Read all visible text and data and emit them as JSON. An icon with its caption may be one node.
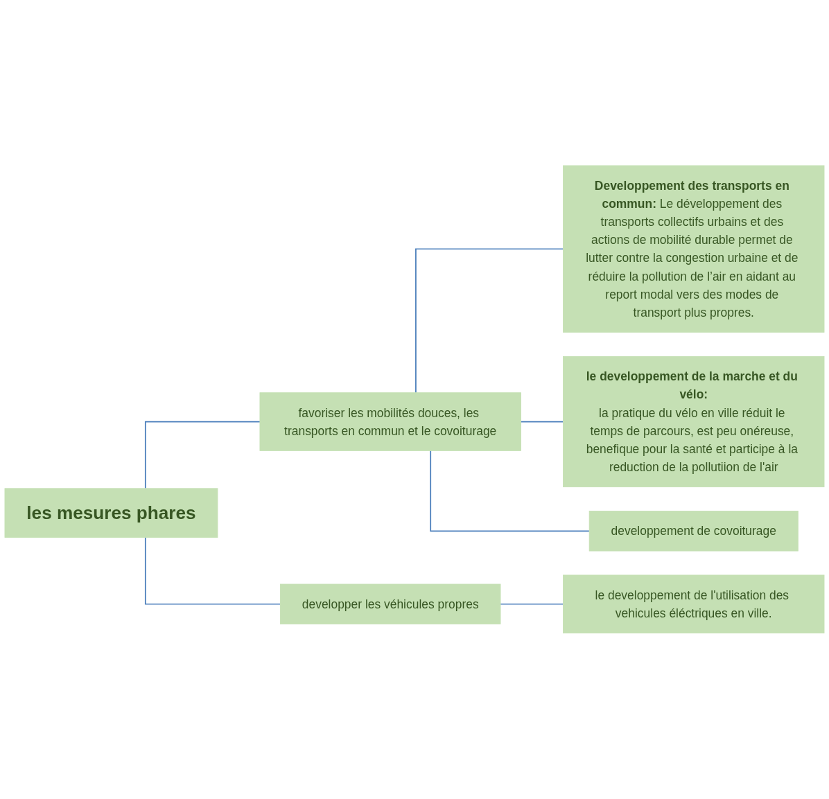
{
  "diagram": {
    "nodes": [
      {
        "text": [
          "les mesures phares"
        ]
      },
      {
        "text": [
          "favoriser les mobilités douces, les transports en commun et le covoiturage"
        ]
      },
      {
        "text": [
          "developper les véhicules propres"
        ]
      },
      {
        "text": [
          "**Developpement des transports en commun:** Le développement des transports collectifs urbains et des actions de mobilité durable permet de lutter contre la congestion urbaine et de réduire la pollution de l’air en aidant au report modal vers des modes de transport plus propres."
        ]
      },
      {
        "text": [
          "le developpement de la marche et du vélo:",
          "la pratique du vélo en ville réduit le temps de parcours, est peu onéreuse, benefique pour la santé et participe à la reduction de la pollutiion de l'air"
        ]
      },
      {
        "text": [
          "developpement de covoiturage"
        ]
      },
      {
        "text": [
          "le developpement de l'utilisation des vehicules éléctriques en ville."
        ]
      }
    ],
    "edges": [
      {
        "from": 0,
        "to": 1,
        "arrow": "none"
      },
      {
        "from": 0,
        "to": 2,
        "arrow": "none"
      },
      {
        "from": 1,
        "to": 3,
        "arrow": "none"
      },
      {
        "from": 1,
        "to": 4,
        "arrow": "none"
      },
      {
        "from": 1,
        "to": 5,
        "arrow": "none"
      },
      {
        "from": 2,
        "to": 6,
        "arrow": "none"
      }
    ]
  }
}
